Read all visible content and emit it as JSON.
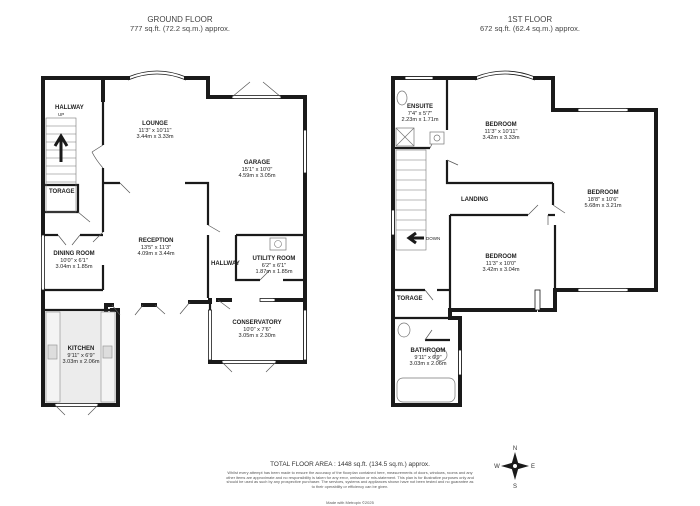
{
  "ground_floor": {
    "title": "GROUND FLOOR",
    "area": "777 sq.ft. (72.2 sq.m.) approx.",
    "rooms": {
      "hallway": {
        "name": "HALLWAY"
      },
      "up": "UP",
      "storage": {
        "name": "TORAGE"
      },
      "lounge": {
        "name": "LOUNGE",
        "imperial": "11'3\" x 10'11\"",
        "metric": "3.44m x 3.33m"
      },
      "garage": {
        "name": "GARAGE",
        "imperial": "15'1\" x 10'0\"",
        "metric": "4.59m x 3.05m"
      },
      "reception": {
        "name": "RECEPTION",
        "imperial": "13'5\" x 11'3\"",
        "metric": "4.09m x 3.44m"
      },
      "dining": {
        "name": "DINING ROOM",
        "imperial": "10'0\" x 6'1\"",
        "metric": "3.04m x 1.85m"
      },
      "utility": {
        "name": "UTILITY ROOM",
        "imperial": "6'2\" x 6'1\"",
        "metric": "1.87m x 1.85m"
      },
      "hallway2": {
        "name": "HALLWAY"
      },
      "conservatory": {
        "name": "CONSERVATORY",
        "imperial": "10'0\" x 7'6\"",
        "metric": "3.05m x 2.30m"
      },
      "kitchen": {
        "name": "KITCHEN",
        "imperial": "9'11\" x 6'9\"",
        "metric": "3.03m x 2.06m"
      }
    }
  },
  "first_floor": {
    "title": "1ST FLOOR",
    "area": "672 sq.ft. (62.4 sq.m.) approx.",
    "rooms": {
      "ensuite": {
        "name": "ENSUITE",
        "imperial": "7'4\" x 5'7\"",
        "metric": "2.23m x 1.71m"
      },
      "bedroom1": {
        "name": "BEDROOM",
        "imperial": "11'3\" x 10'11\"",
        "metric": "3.42m x 3.33m"
      },
      "bedroom2": {
        "name": "BEDROOM",
        "imperial": "18'8\" x 10'6\"",
        "metric": "5.68m x 3.21m"
      },
      "landing": {
        "name": "LANDING"
      },
      "down": "DOWN",
      "bedroom3": {
        "name": "BEDROOM",
        "imperial": "11'3\" x 10'0\"",
        "metric": "3.42m x 3.04m"
      },
      "storage": {
        "name": "TORAGE"
      },
      "bathroom": {
        "name": "BATHROOM",
        "imperial": "9'11\" x 6'9\"",
        "metric": "3.03m x 2.06m"
      }
    }
  },
  "total_area": "TOTAL FLOOR AREA : 1448 sq.ft. (134.5 sq.m.) approx.",
  "disclaimer": "Whilst every attempt has been made to ensure the accuracy of the floorplan contained here, measurements of doors, windows, rooms and any other items are approximate and no responsibility is taken for any error, omission or mis-statement. This plan is for illustrative purposes only and should be used as such by any prospective purchaser. The services, systems and appliances shown have not been tested and no guarantee as to their operability or efficiency can be given.",
  "made_with": "Made with Metropix ©2025",
  "compass": {
    "n": "N",
    "e": "E",
    "s": "S",
    "w": "W"
  },
  "colors": {
    "wall": "#1a1a1a",
    "window": "#dcdcdc",
    "fixture": "#888888"
  }
}
